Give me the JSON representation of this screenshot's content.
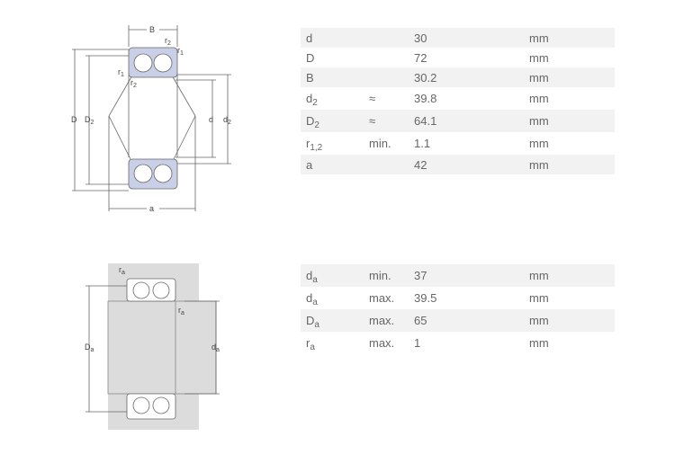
{
  "top_diagram": {
    "labels": {
      "B": "B",
      "r2": "r",
      "r2_sub": "2",
      "r1": "r",
      "r1_sub": "1",
      "D": "D",
      "D2": "D",
      "D2_sub": "2",
      "d": "d",
      "d2": "d",
      "d2_sub": "2",
      "a": "a"
    }
  },
  "bottom_diagram": {
    "labels": {
      "ra": "r",
      "ra_sub": "a",
      "Da": "D",
      "Da_sub": "a",
      "da": "d",
      "da_sub": "a"
    }
  },
  "dimensions": [
    {
      "sym": "d",
      "sub": "",
      "qual": "",
      "value": "30",
      "unit": "mm"
    },
    {
      "sym": "D",
      "sub": "",
      "qual": "",
      "value": "72",
      "unit": "mm"
    },
    {
      "sym": "B",
      "sub": "",
      "qual": "",
      "value": "30.2",
      "unit": "mm"
    },
    {
      "sym": "d",
      "sub": "2",
      "qual": "≈",
      "value": "39.8",
      "unit": "mm"
    },
    {
      "sym": "D",
      "sub": "2",
      "qual": "≈",
      "value": "64.1",
      "unit": "mm"
    },
    {
      "sym": "r",
      "sub": "1,2",
      "qual": "min.",
      "value": "1.1",
      "unit": "mm"
    },
    {
      "sym": "a",
      "sub": "",
      "qual": "",
      "value": "42",
      "unit": "mm"
    }
  ],
  "abutment": [
    {
      "sym": "d",
      "sub": "a",
      "qual": "min.",
      "value": "37",
      "unit": "mm"
    },
    {
      "sym": "d",
      "sub": "a",
      "qual": "max.",
      "value": "39.5",
      "unit": "mm"
    },
    {
      "sym": "D",
      "sub": "a",
      "qual": "max.",
      "value": "65",
      "unit": "mm"
    },
    {
      "sym": "r",
      "sub": "a",
      "qual": "max.",
      "value": "1",
      "unit": "mm"
    }
  ],
  "colors": {
    "bearing_fill": "#c9cfe6",
    "housing_fill": "#dcdcdc",
    "row_alt": "#f2f2f2"
  }
}
